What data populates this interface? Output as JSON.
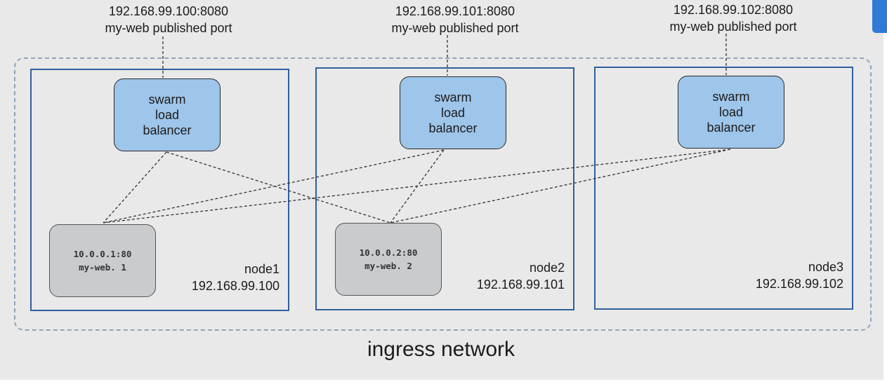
{
  "nodes": [
    {
      "name": "node1",
      "ip": "192.168.99.100",
      "published": {
        "address": "192.168.99.100:8080",
        "caption": "my-web published port"
      },
      "load_balancer": {
        "lines": [
          "swarm",
          "load",
          "balancer"
        ]
      },
      "task": {
        "address": "10.0.0.1:80",
        "name": "my-web. 1"
      }
    },
    {
      "name": "node2",
      "ip": "192.168.99.101",
      "published": {
        "address": "192.168.99.101:8080",
        "caption": "my-web published port"
      },
      "load_balancer": {
        "lines": [
          "swarm",
          "load",
          "balancer"
        ]
      },
      "task": {
        "address": "10.0.0.2:80",
        "name": "my-web. 2"
      }
    },
    {
      "name": "node3",
      "ip": "192.168.99.102",
      "published": {
        "address": "192.168.99.102:8080",
        "caption": "my-web published port"
      },
      "load_balancer": {
        "lines": [
          "swarm",
          "load",
          "balancer"
        ]
      }
    }
  ],
  "ingress": {
    "label": "ingress network"
  },
  "colors": {
    "load_balancer_fill": "#9ec5ea",
    "task_fill": "#c9cbcd",
    "node_border": "#2f5f9e",
    "ingress_border": "#8fa6bd",
    "accent_tab": "#2f7ad6"
  }
}
